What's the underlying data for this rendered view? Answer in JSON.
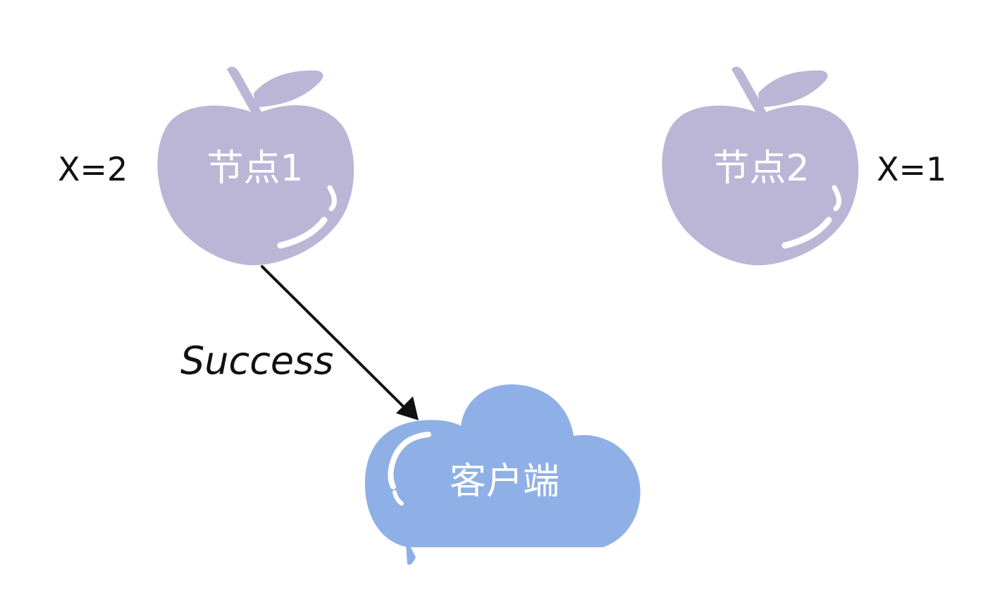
{
  "nodes": [
    {
      "label": "节点1",
      "value_label": "X=2"
    },
    {
      "label": "节点2",
      "value_label": "X=1"
    }
  ],
  "client": {
    "label": "客户端"
  },
  "edge": {
    "label": "Success"
  },
  "colors": {
    "node_fill": "#bbb5d6",
    "client_fill": "#8fb0e6",
    "arrow": "#111111",
    "text_on_shape": "#ffffff"
  }
}
